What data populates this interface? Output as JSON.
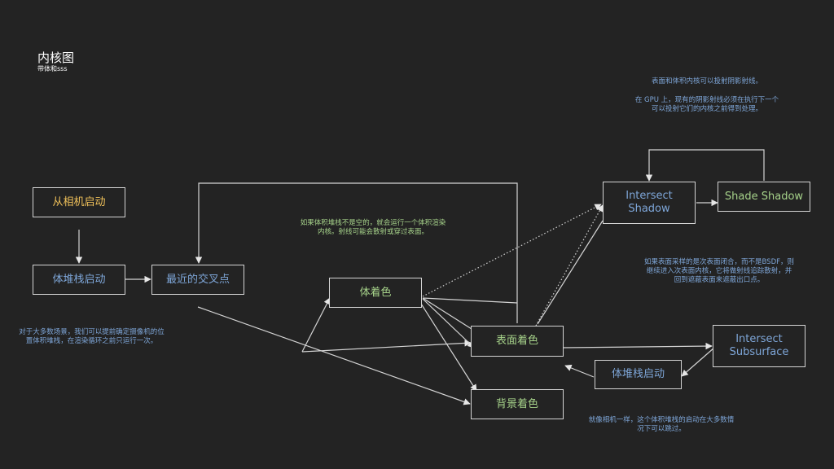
{
  "title": "内核图",
  "subtitle": "带体和sss",
  "colors": {
    "background": "#232323",
    "line": "#d4d4d4",
    "label_blue": "#7ea6d8",
    "label_green": "#a6d28a",
    "label_orange": "#f0c15a"
  },
  "nodes": {
    "camera_start": "从相机启动",
    "volume_stack_start": "体堆栈启动",
    "nearest_intersection": "最近的交叉点",
    "volume_shading": "体着色",
    "surface_shading": "表面着色",
    "background_shading": "背景着色",
    "intersect_shadow": "Intersect\nShadow",
    "shade_shadow": "Shade Shadow",
    "intersect_subsurface": "Intersect\nSubsurface",
    "subsurface_volume_stack_start": "体堆栈启动"
  },
  "notes": {
    "camera_note": "对于大多数场景，我们可以提前确定摄像机的位置体积堆栈，在渲染循环之前只运行一次。",
    "volume_note": "如果体积堆栈不是空的，就会运行一个体积渲染内核。射线可能会散射或穿过表面。",
    "shadow_note_1": "表面和体积内核可以投射阴影射线。",
    "shadow_note_2": "在 GPU 上，现有的阴影射线必须在执行下一个可以投射它们的内核之前得到处理。",
    "subsurface_note": "如果表面采样的是次表面闭合，而不是BSDF，则继续进入次表面内核，它将做射线追踪散射，并回到遮蔽表面来遮蔽出口点。",
    "volume_stack_note": "就像相机一样，这个体积堆栈的启动在大多数情况下可以跳过。"
  }
}
